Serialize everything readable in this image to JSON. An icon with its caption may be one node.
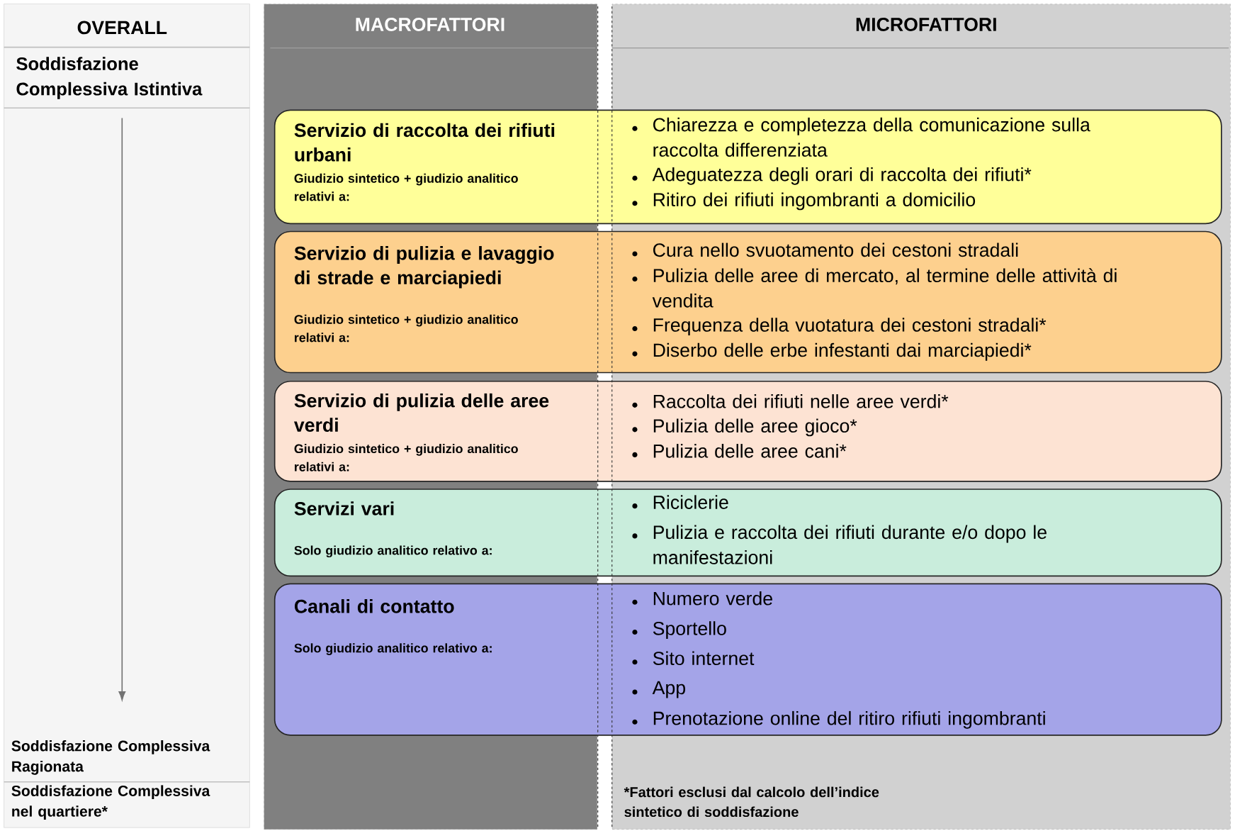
{
  "diagram": {
    "nodes": [
      {
        "text": [
          "OVERALL"
        ]
      },
      {
        "text": [
          "Soddisfazione Complessiva Istintiva"
        ]
      },
      {
        "text": [
          "Soddisfazione Complessiva Ragionata"
        ]
      },
      {
        "text": [
          "Soddisfazione Complessiva nel quartiere*"
        ]
      },
      {
        "text": [
          "MACROFATTORI"
        ]
      },
      {
        "text": [
          "MICROFATTORI"
        ]
      },
      {
        "text": [
          "Servizio di raccolta dei rifiuti urbani",
          "Giudizio sintetico + giudizio analitico relativi a:",
          "Chiarezza e completezza della comunicazione sulla raccolta differenziata",
          "Adeguatezza degli orari di raccolta dei rifiuti*",
          "Ritiro dei rifiuti ingombranti a domicilio"
        ]
      },
      {
        "text": [
          "Servizio di pulizia e lavaggio di strade e marciapiedi",
          "Giudizio sintetico + giudizio analitico relativi a:",
          "Cura nello svuotamento dei cestoni stradali",
          "Pulizia delle aree di mercato, al termine delle attività di vendita",
          "Frequenza della vuotatura dei cestoni stradali*",
          "Diserbo delle erbe infestanti dai marciapiedi*"
        ]
      },
      {
        "text": [
          "Servizio di pulizia delle aree verdi",
          "Giudizio sintetico + giudizio analitico relativi a:",
          "Raccolta dei rifiuti nelle aree verdi*",
          "Pulizia delle aree gioco*",
          "Pulizia delle aree cani*"
        ]
      },
      {
        "text": [
          "Servizi vari",
          "Solo giudizio analitico relativo a:",
          "Riciclerie",
          "Pulizia e raccolta dei rifiuti durante e/o dopo le manifestazioni"
        ]
      },
      {
        "text": [
          "Canali di contatto",
          "Solo giudizio analitico relativo a:",
          "Numero verde",
          "Sportello",
          "Sito internet",
          "App",
          "Prenotazione online del ritiro rifiuti ingombranti"
        ]
      }
    ],
    "edges": [
      {
        "from": 1,
        "to": 2,
        "arrow": "to"
      }
    ],
    "labels": [
      "*Fattori esclusi dal calcolo dell’indice sintetico di soddisfazione"
    ]
  }
}
